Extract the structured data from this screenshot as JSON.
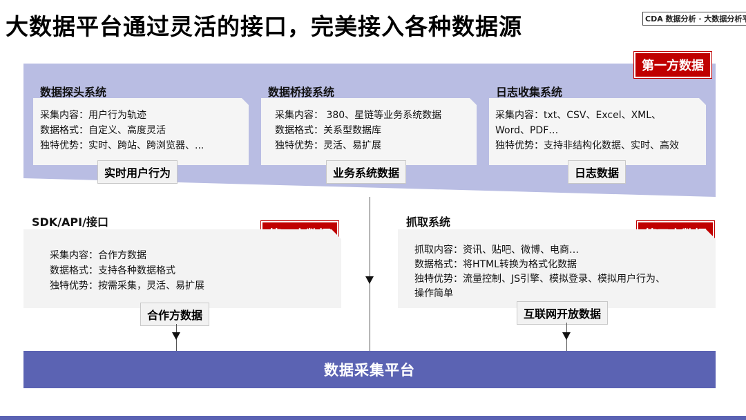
{
  "title": "大数据平台通过灵活的接口，完美接入各种数据源",
  "logo": "CDA 数据分析 · 大数据分析平台",
  "first_party": {
    "tag": "第一方数据",
    "systems": [
      {
        "title": "数据探头系统",
        "lines": [
          "采集内容：用户行为轨迹",
          "数据格式：自定义、高度灵活",
          "独特优势：实时、跨站、跨浏览器、..."
        ],
        "label": "实时用户行为"
      },
      {
        "title": "数据桥接系统",
        "lines": [
          "采集内容： 380、星链等业务系统数据",
          "数据格式：关系型数据库",
          "独特优势：灵活、易扩展"
        ],
        "label": "业务系统数据"
      },
      {
        "title": "日志收集系统",
        "lines": [
          "采集内容：txt、CSV、Excel、XML、",
          "Word、PDF…",
          "独特优势：支持非结构化数据、实时、高效"
        ],
        "label": "日志数据"
      }
    ]
  },
  "second_party": {
    "title": "SDK/API/接口",
    "tag": "第二方数据",
    "lines": [
      "采集内容：合作方数据",
      "数据格式：支持各种数据格式",
      "独特优势：按需采集，灵活、易扩展"
    ],
    "label": "合作方数据"
  },
  "third_party": {
    "title": "抓取系统",
    "tag": "第三方数据",
    "lines": [
      "抓取内容：资讯、贴吧、微博、电商…",
      "数据格式：将HTML转换为格式化数据",
      "独特优势：流量控制、JS引擎、模拟登录、模拟用户行为、",
      "操作简单"
    ],
    "label": "互联网开放数据"
  },
  "platform": "数据采集平台",
  "colors": {
    "band": "#b9bde3",
    "tag_red": "#c00000",
    "platform": "#5b63b3"
  }
}
